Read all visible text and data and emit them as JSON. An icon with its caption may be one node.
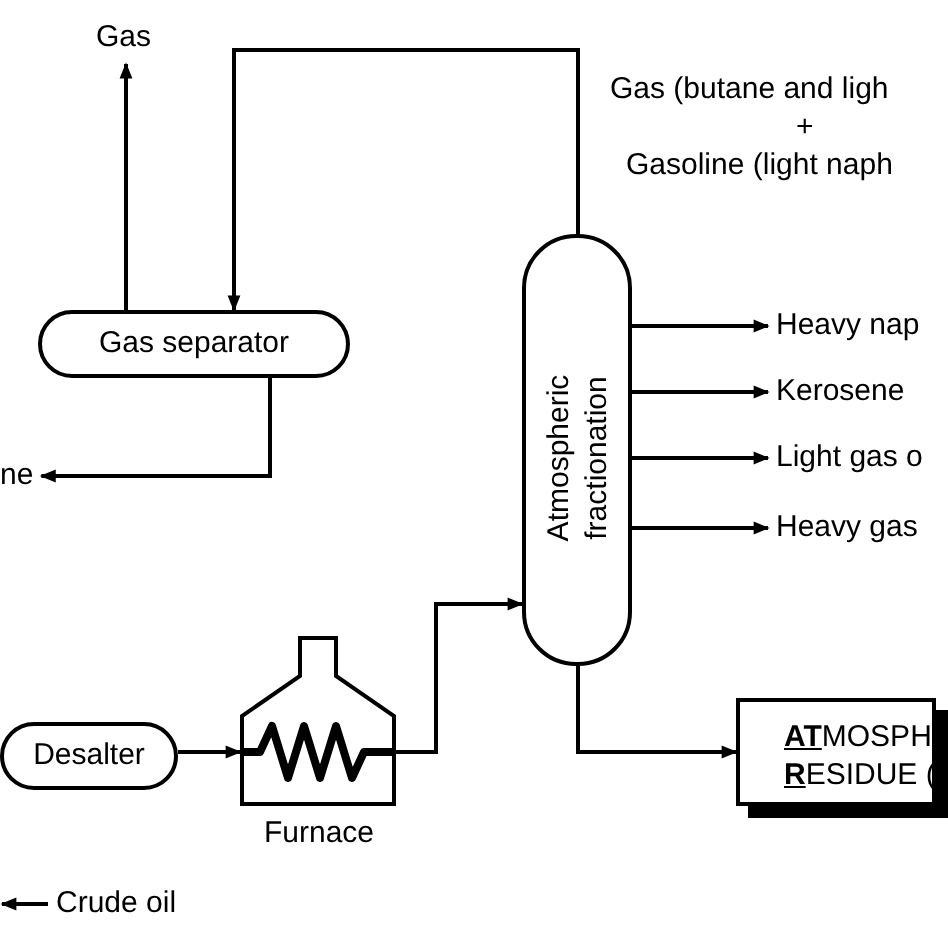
{
  "diagram": {
    "nodes": [
      {
        "text": [
          "Gas"
        ]
      },
      {
        "text": [
          "Gas separator"
        ]
      },
      {
        "text": [
          "ne"
        ]
      },
      {
        "text": [
          "Atmospheric fractionation"
        ]
      },
      {
        "text": [
          "Heavy nap"
        ]
      },
      {
        "text": [
          "Kerosene"
        ]
      },
      {
        "text": [
          "Light gas o"
        ]
      },
      {
        "text": [
          "Heavy gas"
        ]
      },
      {
        "text": [
          "Desalter"
        ]
      },
      {
        "text": [
          "Furnace"
        ]
      },
      {
        "text": [
          "**AT**MOSPH **R**ESIDUE ("
        ]
      },
      {
        "text": [
          "Crude oil"
        ]
      }
    ],
    "edges": [
      {
        "from": 1,
        "to": 0,
        "arrow": "to"
      },
      {
        "from": 3,
        "to": 1,
        "arrow": "to"
      },
      {
        "from": 1,
        "to": 2,
        "arrow": "to"
      },
      {
        "from": 3,
        "to": 4,
        "arrow": "to"
      },
      {
        "from": 3,
        "to": 5,
        "arrow": "to"
      },
      {
        "from": 3,
        "to": 6,
        "arrow": "to"
      },
      {
        "from": 3,
        "to": 7,
        "arrow": "to"
      },
      {
        "from": 8,
        "to": 9,
        "arrow": "to"
      },
      {
        "from": 9,
        "to": 3,
        "arrow": "to"
      },
      {
        "from": 3,
        "to": 10,
        "arrow": "to"
      },
      {
        "from": 11,
        "to": null,
        "arrow": "to"
      }
    ],
    "labels": [
      "Gas (butane and ligh",
      "+",
      "Gasoline (light naph"
    ]
  }
}
